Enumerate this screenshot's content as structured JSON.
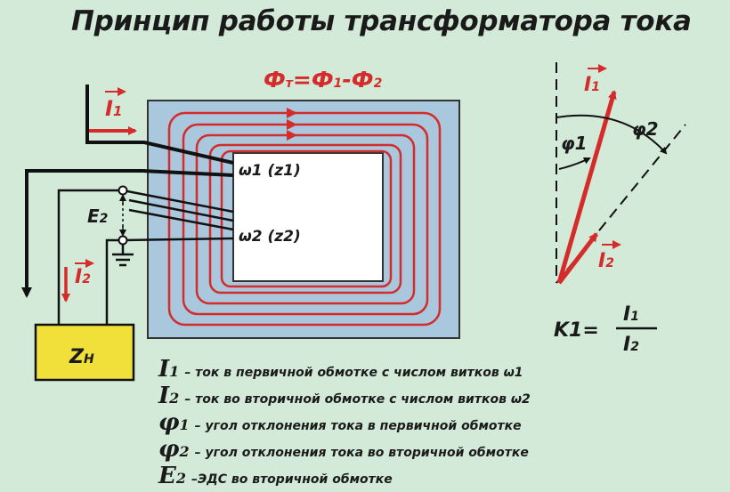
{
  "title": "Принцип работы трансформатора тока",
  "formula": {
    "lhs": "Ф",
    "lhs_sub": "т",
    "rhs": "=Ф",
    "rhs_sub1": "1",
    "mid": "-Ф",
    "rhs_sub2": "2"
  },
  "windings": {
    "primary": "ω1 (z1)",
    "secondary": "ω2 (z2)"
  },
  "currents": {
    "primary": "I",
    "primary_sub": "1",
    "secondary": "I",
    "secondary_sub": "2"
  },
  "emf": {
    "label": "E",
    "sub": "2"
  },
  "load": {
    "label": "Z",
    "sub": "Н"
  },
  "vector": {
    "i1": "I",
    "i1_sub": "1",
    "i2": "I",
    "i2_sub": "2",
    "phi1": "φ1",
    "phi2": "φ2"
  },
  "ratio": {
    "lhs": "K1=",
    "num": "I",
    "num_sub": "1",
    "den": "I",
    "den_sub": "2"
  },
  "legend": [
    {
      "symbol": "I",
      "sub": "1",
      "text": "– ток в первичной обмотке с числом витков ω1"
    },
    {
      "symbol": "I",
      "sub": "2",
      "text": "– ток во вторичной обмотке с числом витков ω2"
    },
    {
      "symbol": "φ",
      "sub": "1",
      "text": "– угол отклонения тока в первичной обмотке"
    },
    {
      "symbol": "φ",
      "sub": "2",
      "text": "– угол отклонения тока во вторичной обмотке"
    },
    {
      "symbol": "E",
      "sub": "2",
      "text": "–ЭДС во вторичной обмотке"
    }
  ],
  "colors": {
    "background": "#d3ead8",
    "core": "#a9c7dd",
    "flux": "#d42b2b",
    "wire": "#111111",
    "load": "#f2e03a",
    "arrow": "#d42b2b"
  }
}
